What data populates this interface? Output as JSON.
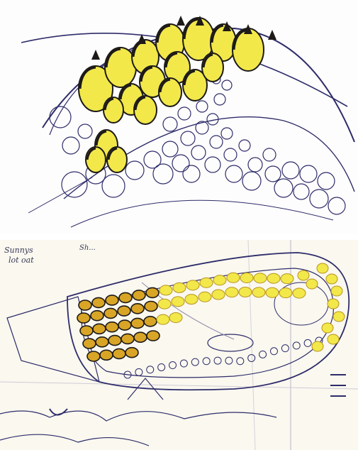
{
  "image": {
    "panels": [
      {
        "name": "top",
        "content": "dome sketch with yellow egg-shaped pods and dark spikes along arched roof"
      },
      {
        "name": "bottom",
        "content": "elongated oval plan sketch with rows of yellow pods"
      }
    ],
    "colors": {
      "ink": "#2e2c6a",
      "yellow": "#f2e84a",
      "ochre": "#d9a526",
      "shade": "#1d1a18",
      "paper": "#fdfdfd"
    },
    "handwriting": {
      "note_left_1": "Sunnys",
      "note_left_2": "lot oat",
      "note_mid": "Sh..."
    }
  }
}
